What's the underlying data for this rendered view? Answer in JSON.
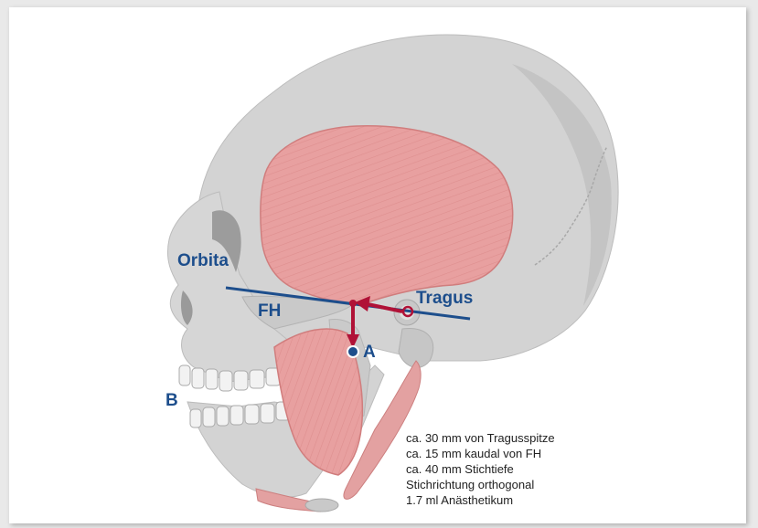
{
  "labels": {
    "orbita": "Orbita",
    "fh": "FH",
    "tragus": "Tragus",
    "a": "A",
    "b": "B"
  },
  "notes": [
    "ca. 30 mm von Tragusspitze",
    "ca. 15 mm kaudal von FH",
    "ca. 40 mm Stichtiefe",
    "Stichrichtung orthogonal",
    "1.7 ml Anästhetikum"
  ],
  "colors": {
    "bone": "#d3d3d3",
    "bone_shadow": "#b8b8b8",
    "muscle": "#e8a0a0",
    "muscle_fibre": "#d98686",
    "line_blue": "#1d4e8c",
    "arrow_red": "#b01237"
  }
}
